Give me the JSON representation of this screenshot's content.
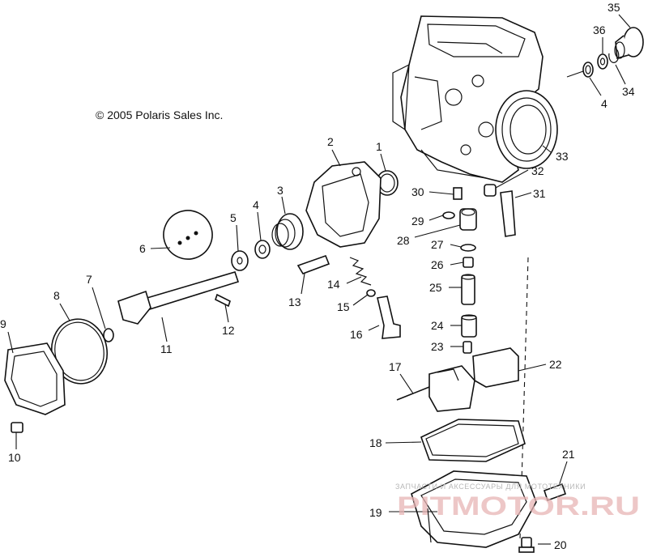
{
  "copyright": "© 2005 Polaris Sales Inc.",
  "watermark": {
    "small": "ЗАПЧАСТИ И АКСЕССУАРЫ ДЛЯ МОТОТЕХНИКИ",
    "big": "PITMOTOR.RU"
  },
  "callouts": [
    "1",
    "2",
    "3",
    "4",
    "4",
    "5",
    "6",
    "7",
    "8",
    "9",
    "10",
    "11",
    "12",
    "13",
    "14",
    "15",
    "16",
    "17",
    "18",
    "19",
    "20",
    "21",
    "22",
    "23",
    "24",
    "25",
    "26",
    "27",
    "28",
    "29",
    "30",
    "31",
    "32",
    "33",
    "34",
    "35",
    "36"
  ]
}
